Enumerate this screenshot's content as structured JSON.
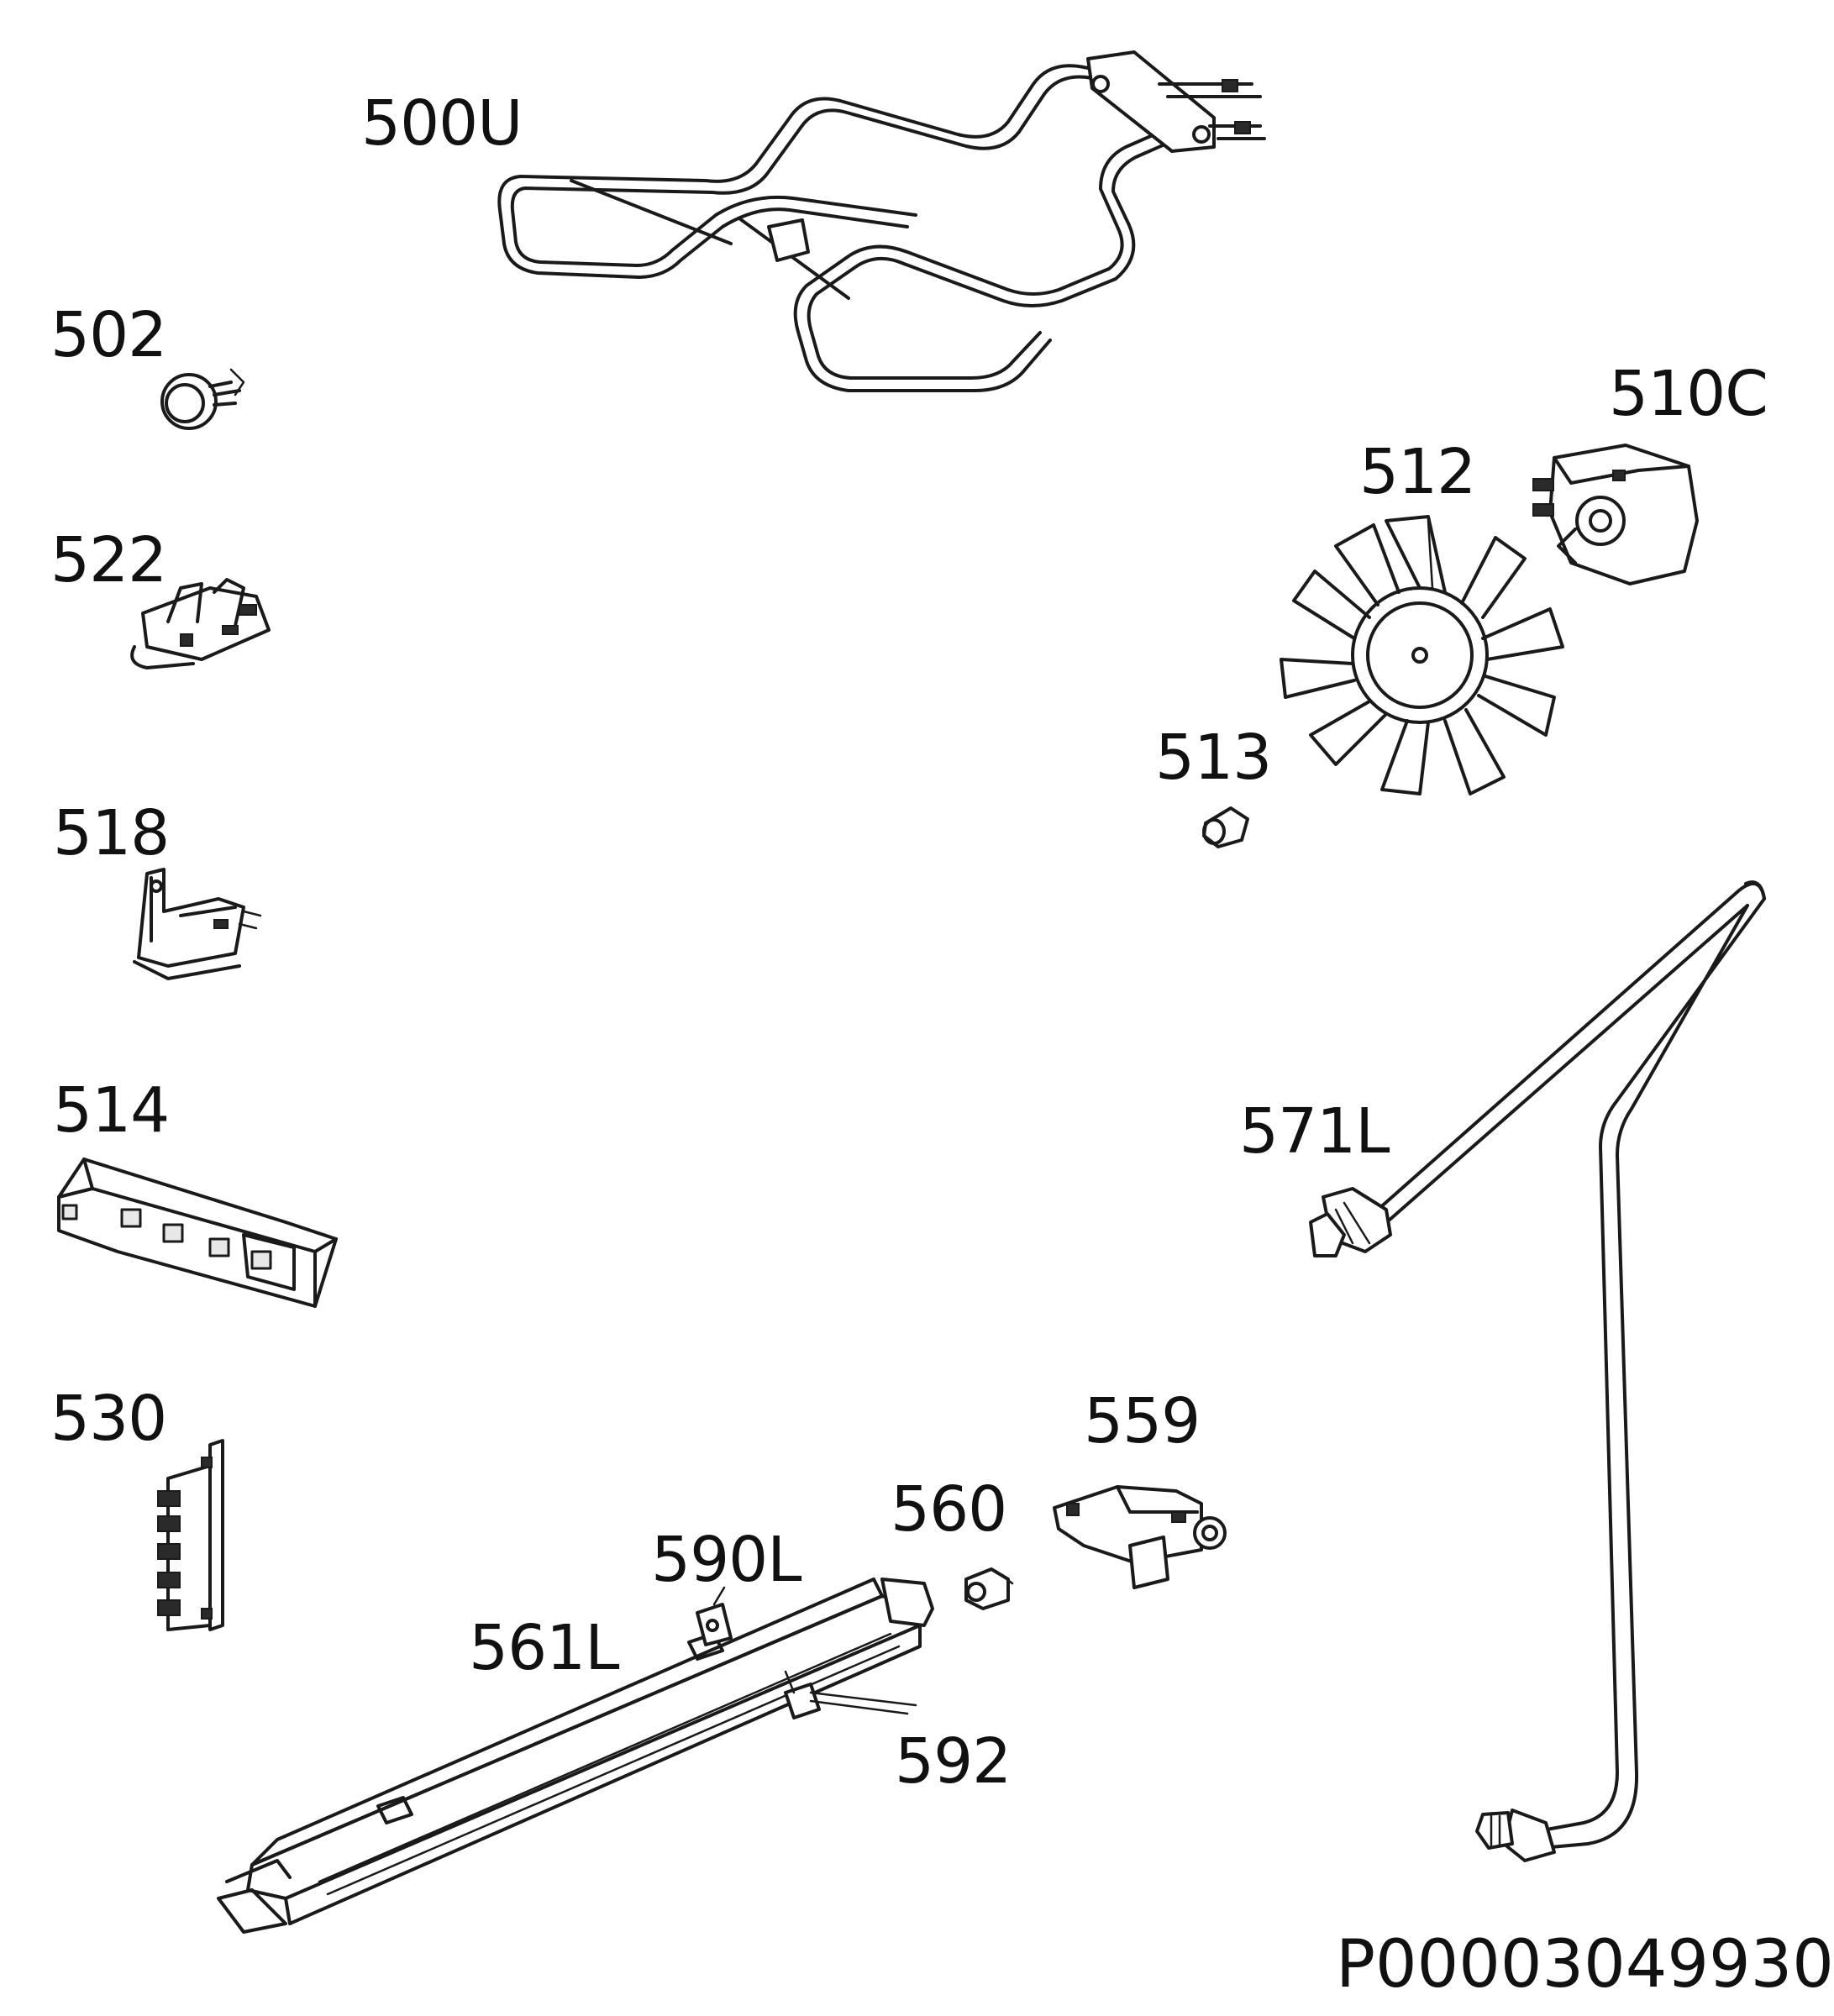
{
  "labels": {
    "p500U": "500U",
    "p502": "502",
    "p522": "522",
    "p518": "518",
    "p514": "514",
    "p530": "530",
    "p512": "512",
    "p510C": "510C",
    "p513": "513",
    "p571L": "571L",
    "p559": "559",
    "p560": "560",
    "p590L": "590L",
    "p561L": "561L",
    "p592": "592"
  },
  "document_id": "P00003049930"
}
